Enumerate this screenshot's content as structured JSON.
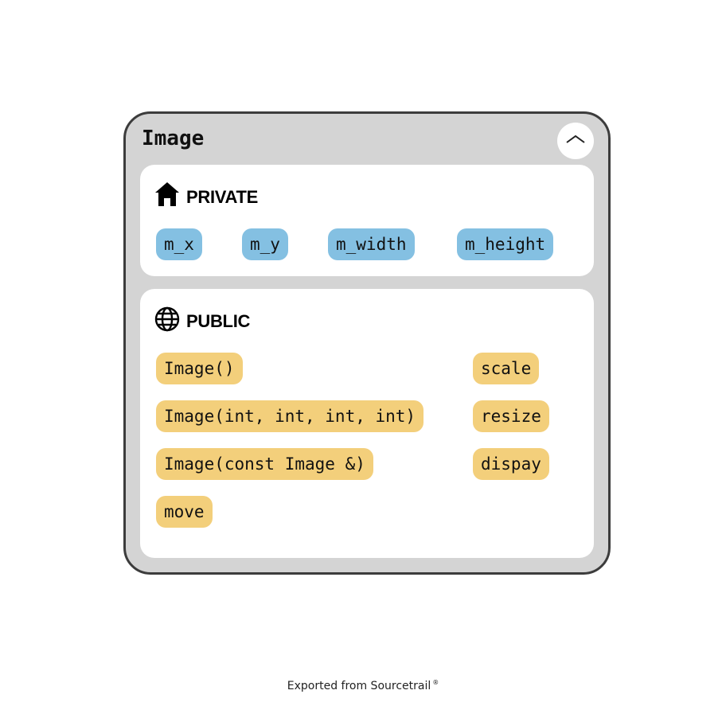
{
  "node": {
    "title": "Image"
  },
  "collapse_button": {
    "icon": "chevron-up-icon"
  },
  "sections": {
    "private": {
      "label": "PRIVATE",
      "icon": "house-icon",
      "items": [
        "m_x",
        "m_y",
        "m_width",
        "m_height"
      ]
    },
    "public": {
      "label": "PUBLIC",
      "icon": "globe-icon",
      "items": [
        "Image()",
        "Image(int, int, int, int)",
        "Image(const Image &)",
        "move",
        "scale",
        "resize",
        "dispay"
      ]
    }
  },
  "footer": {
    "text": "Exported from Sourcetrail",
    "mark": "®"
  },
  "colors": {
    "node_background": "#d4d4d4",
    "node_border": "#3c3c3c",
    "field_pill": "#84c0e2",
    "method_pill": "#f3cf7b"
  }
}
